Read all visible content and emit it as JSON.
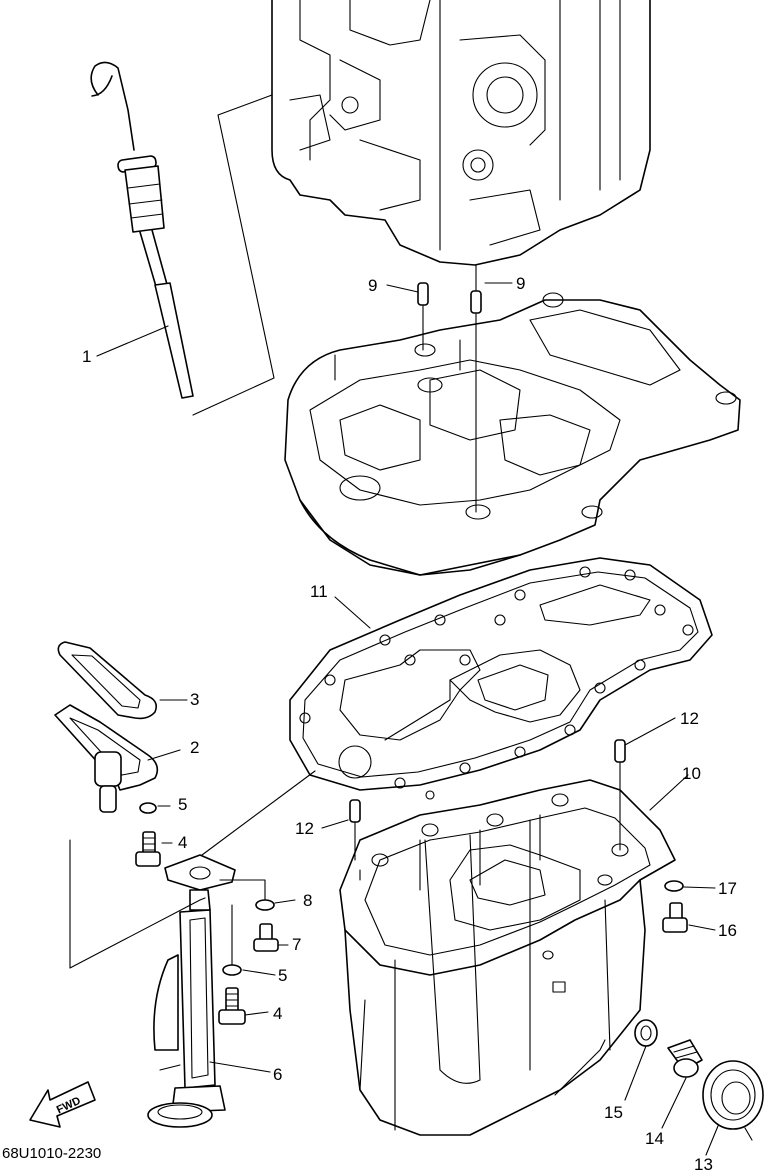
{
  "diagram_code": "68U1010-2230",
  "direction_label": "FWD",
  "callouts": {
    "c1": "1",
    "c2": "2",
    "c3": "3",
    "c4a": "4",
    "c4b": "4",
    "c5a": "5",
    "c5b": "5",
    "c6": "6",
    "c7": "7",
    "c8": "8",
    "c9a": "9",
    "c9b": "9",
    "c10": "10",
    "c11": "11",
    "c12a": "12",
    "c12b": "12",
    "c13": "13",
    "c14": "14",
    "c15": "15",
    "c16": "16",
    "c17": "17"
  },
  "icons": {
    "direction": "fwd-arrow-icon"
  }
}
